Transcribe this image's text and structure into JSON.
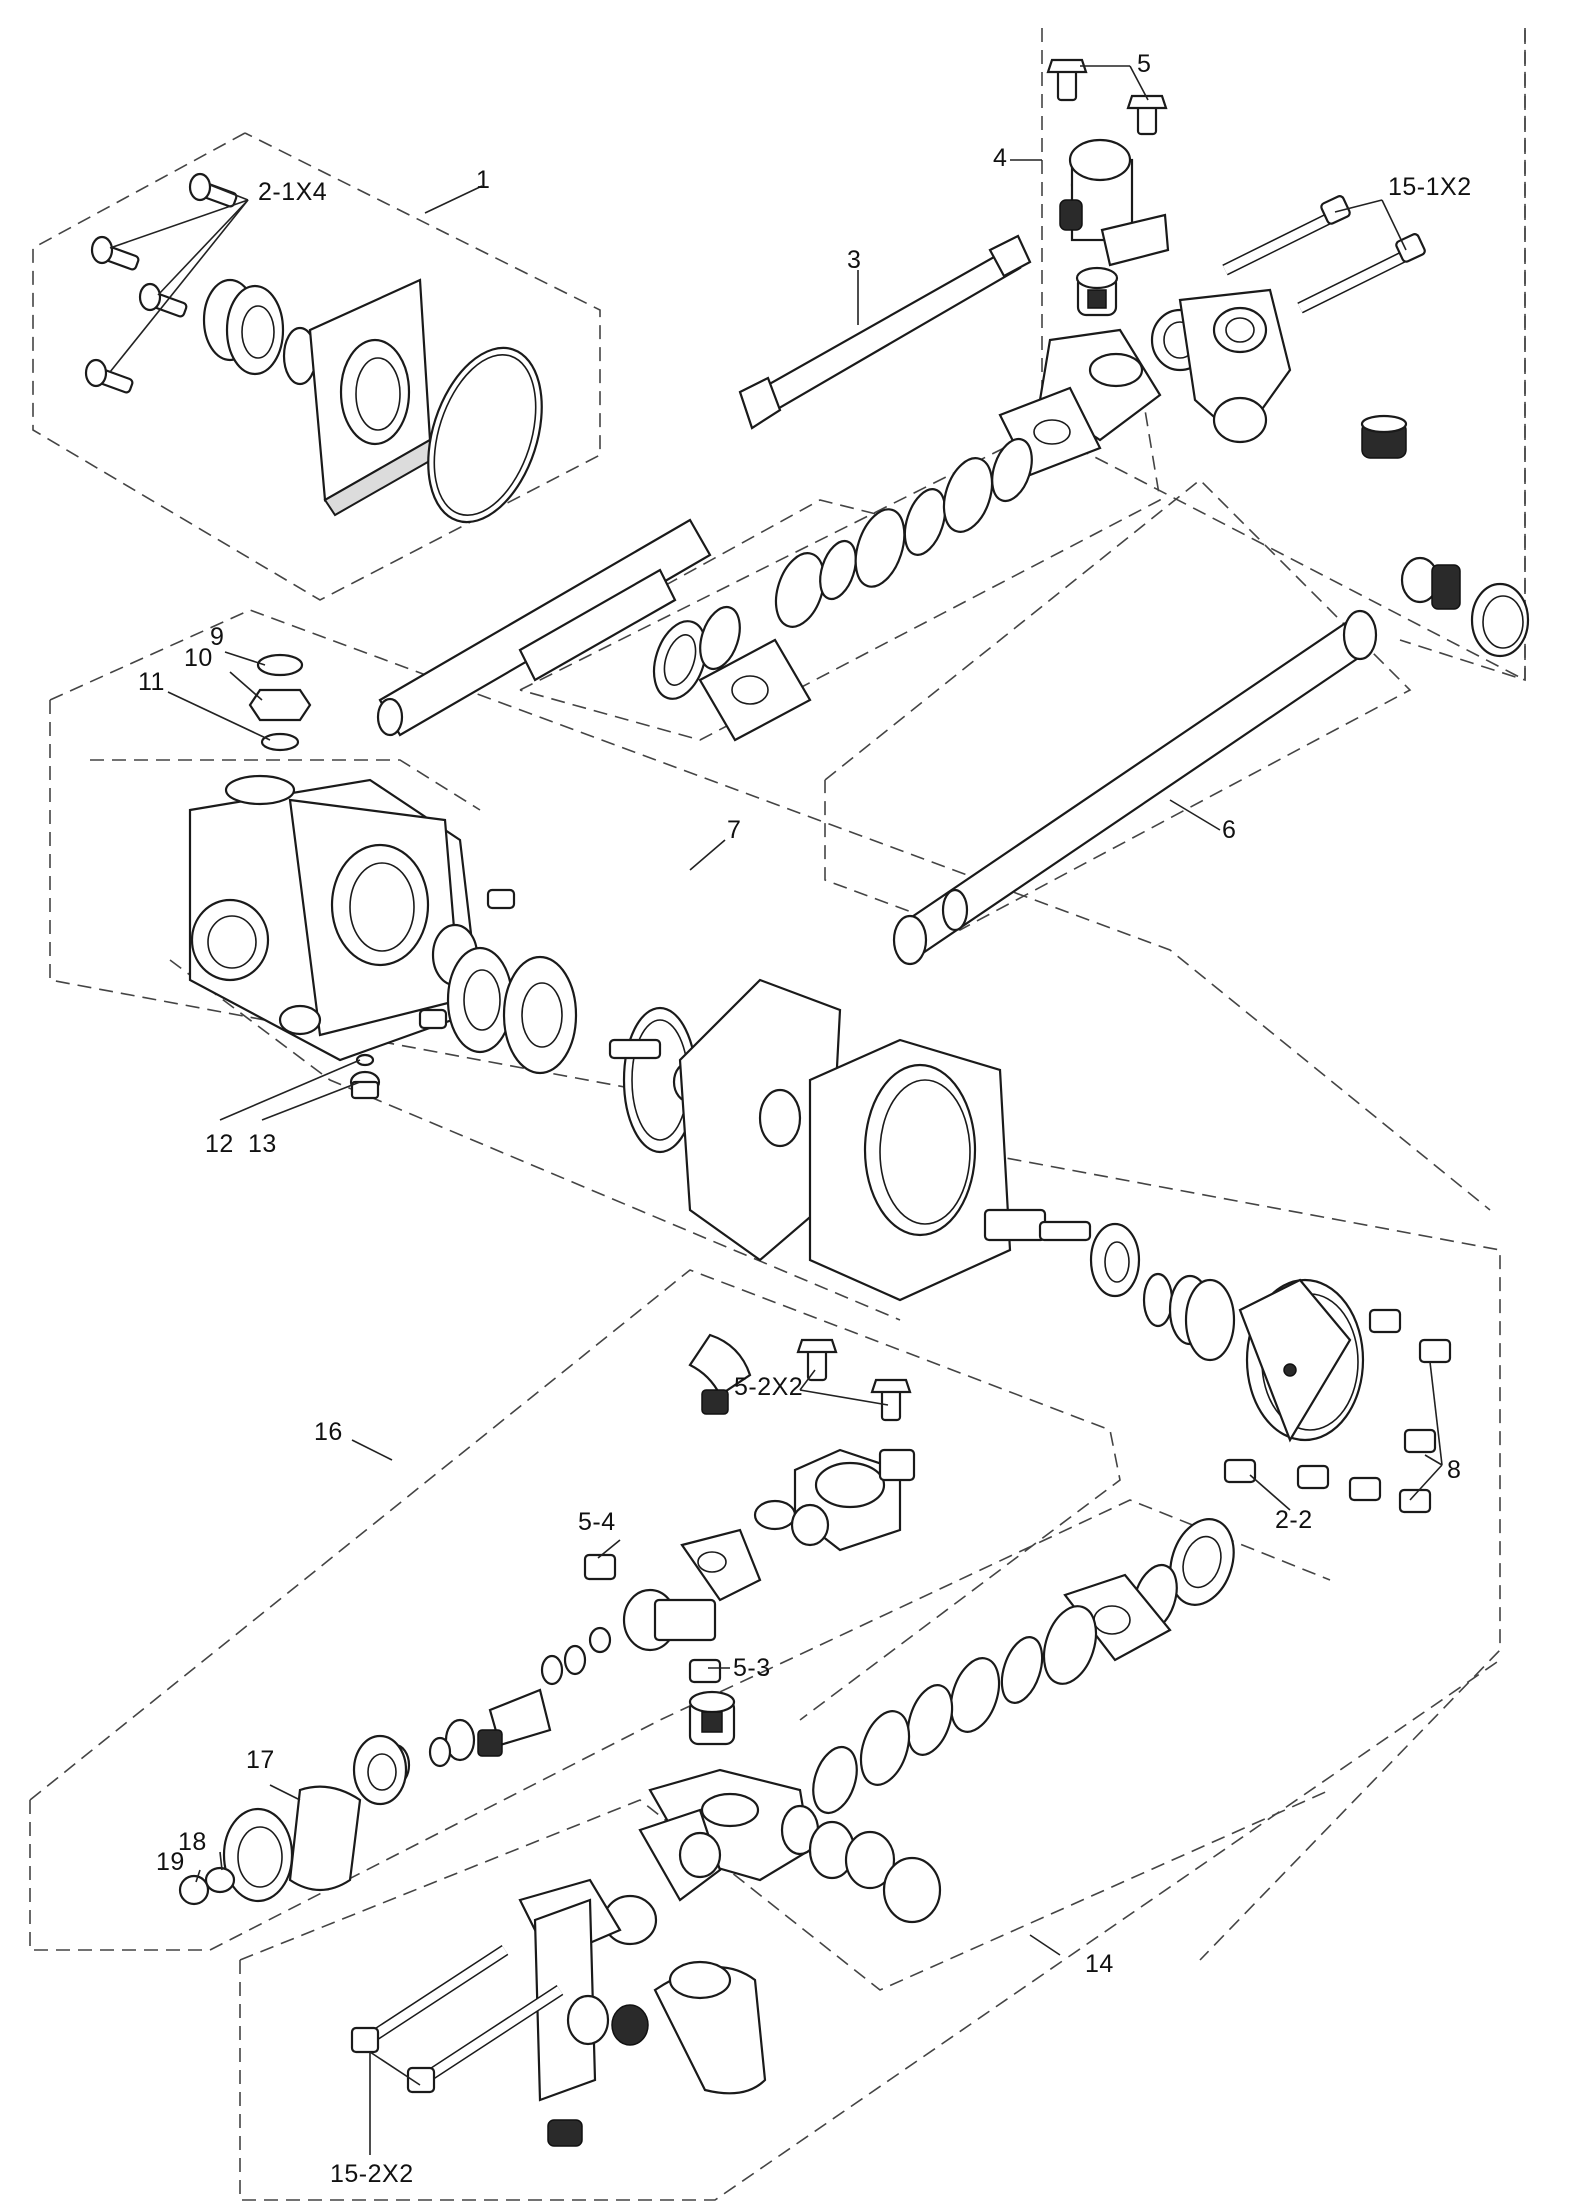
{
  "diagram": {
    "callouts": [
      {
        "id": "c1",
        "label": "1"
      },
      {
        "id": "c2-1x4",
        "label": "2-1X4"
      },
      {
        "id": "c3",
        "label": "3"
      },
      {
        "id": "c4",
        "label": "4"
      },
      {
        "id": "c5",
        "label": "5"
      },
      {
        "id": "c15-1x2",
        "label": "15-1X2"
      },
      {
        "id": "c6",
        "label": "6"
      },
      {
        "id": "c7",
        "label": "7"
      },
      {
        "id": "c9",
        "label": "9"
      },
      {
        "id": "c10",
        "label": "10"
      },
      {
        "id": "c11",
        "label": "11"
      },
      {
        "id": "c12",
        "label": "12"
      },
      {
        "id": "c13",
        "label": "13"
      },
      {
        "id": "c8",
        "label": "8"
      },
      {
        "id": "c2-2",
        "label": "2-2"
      },
      {
        "id": "c16",
        "label": "16"
      },
      {
        "id": "c5-2x2",
        "label": "5-2X2"
      },
      {
        "id": "c5-4",
        "label": "5-4"
      },
      {
        "id": "c5-3",
        "label": "5-3"
      },
      {
        "id": "c17",
        "label": "17"
      },
      {
        "id": "c18",
        "label": "18"
      },
      {
        "id": "c19",
        "label": "19"
      },
      {
        "id": "c14",
        "label": "14"
      },
      {
        "id": "c15-2x2",
        "label": "15-2X2"
      }
    ]
  }
}
